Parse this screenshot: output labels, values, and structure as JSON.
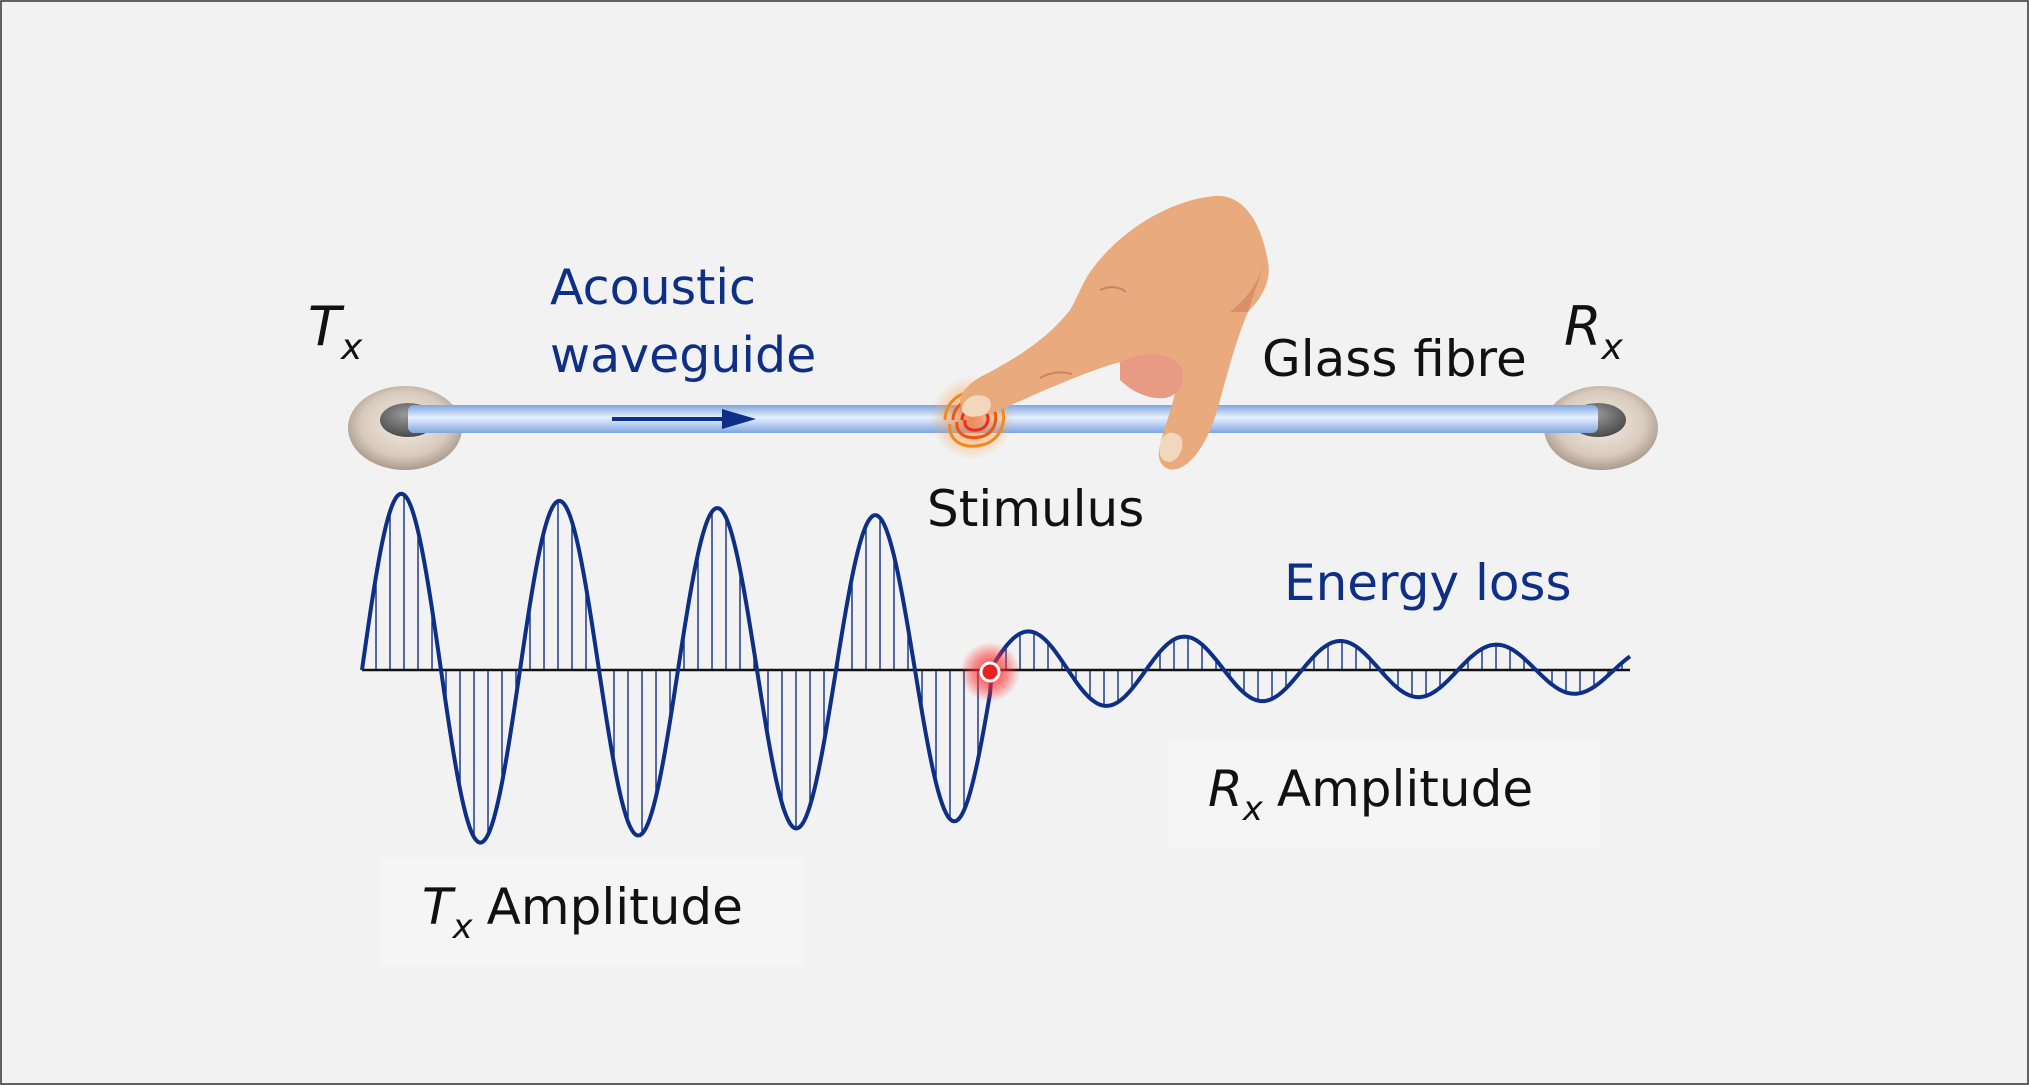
{
  "labels": {
    "tx_symbol": "T",
    "tx_subscript": "x",
    "rx_symbol": "R",
    "rx_subscript": "x",
    "acoustic_line1": "Acoustic",
    "acoustic_line2": "waveguide",
    "glass_fibre": "Glass fibre",
    "stimulus": "Stimulus",
    "energy_loss": "Energy loss",
    "rx_amplitude_symbol": "R",
    "rx_amplitude_subscript": "x",
    "rx_amplitude_text": "Amplitude",
    "tx_amplitude_symbol": "T",
    "tx_amplitude_subscript": "x",
    "tx_amplitude_text": "Amplitude"
  },
  "colors": {
    "background": "#f2f2f2",
    "accent_blue": "#0d2f86",
    "wave_blue": "#0d2f86",
    "fibre_light": "#a9c4ee",
    "fibre_mid": "#7fa6e0",
    "skin": "#e9ab7e",
    "skin_shadow": "#d98f6a",
    "stimulus_orange": "#f08a1e",
    "stimulus_red": "#e8201e",
    "text_black": "#111111"
  },
  "icons": {
    "finger": "pointing-finger-icon",
    "transducer_left": "transducer-disc-icon",
    "transducer_right": "transducer-disc-icon",
    "arrow": "right-arrow-icon",
    "stimulus": "ripple-icon"
  }
}
